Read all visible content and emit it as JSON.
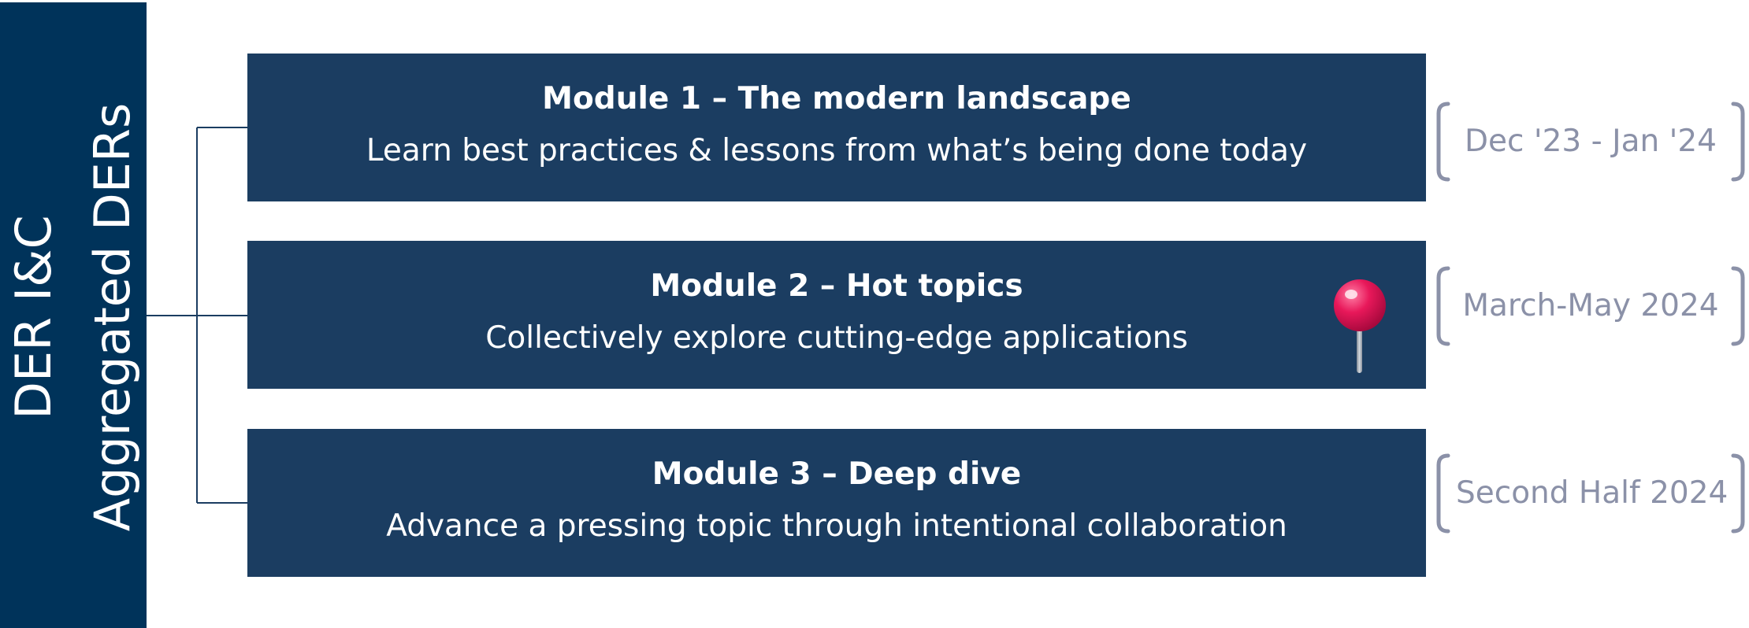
{
  "sidebar": {
    "line1": "DER I&C",
    "line2": "Aggregated DERs"
  },
  "modules": [
    {
      "title": "Module 1 – The modern landscape",
      "description": "Learn best practices & lessons from what’s being done today",
      "date": "Dec '23 - Jan '24"
    },
    {
      "title": "Module 2 – Hot topics",
      "description": "Collectively explore cutting-edge applications",
      "date": "March-May 2024",
      "icon": "pushpin-icon"
    },
    {
      "title": "Module 3 – Deep dive",
      "description": "Advance a pressing topic through intentional collaboration",
      "date": "Second Half 2024"
    }
  ],
  "colors": {
    "sidebar": "#00335a",
    "module_box": "#1b3d61",
    "date_text": "#8b91a8",
    "pin": "#e8185a"
  }
}
